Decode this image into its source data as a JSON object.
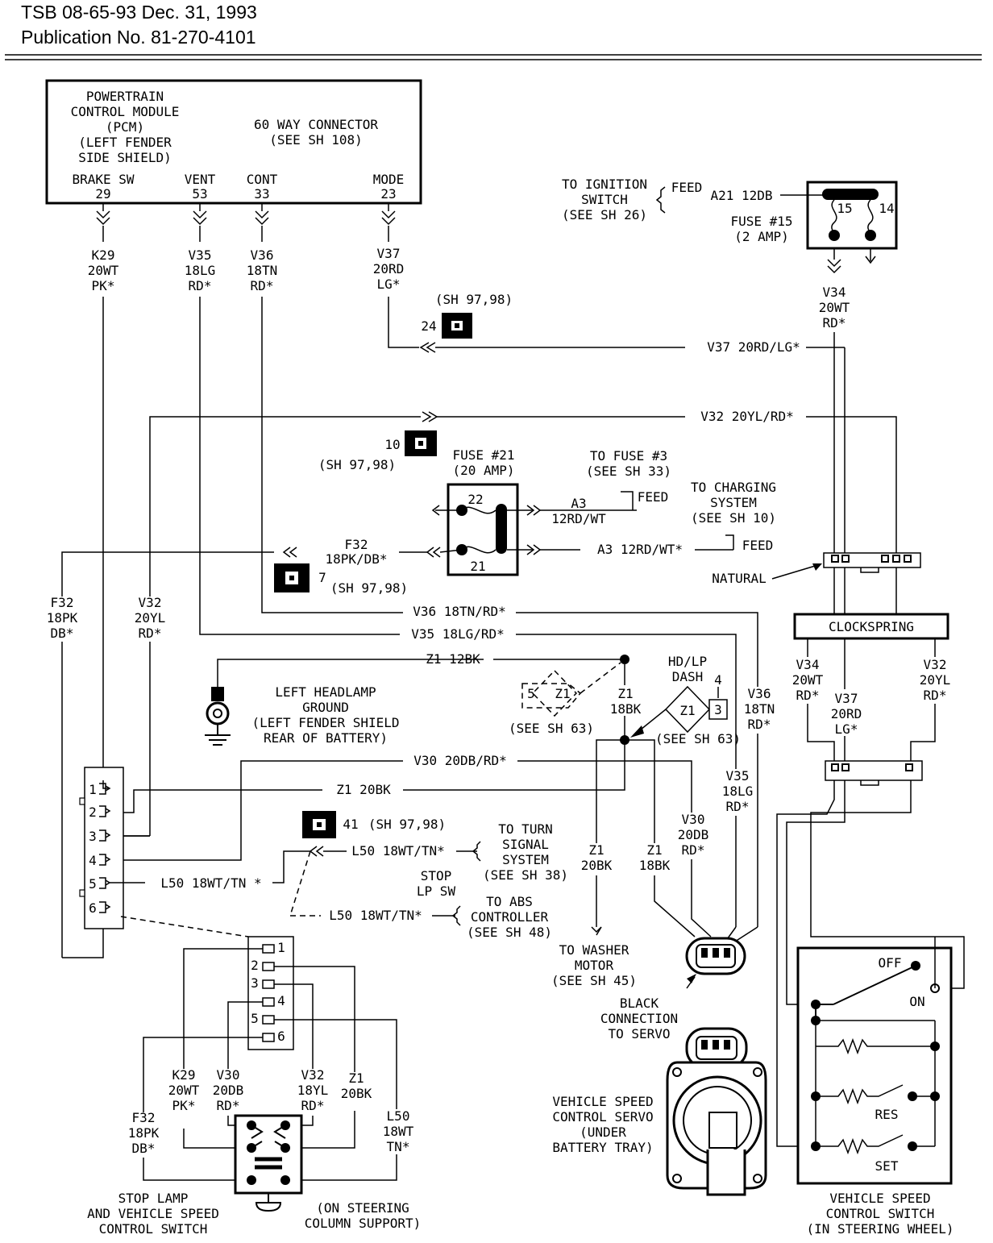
{
  "header": {
    "tsb": "TSB 08-65-93 Dec. 31, 1993",
    "publication": "Publication No. 81-270-4101"
  },
  "pcm": {
    "title_lines": [
      "POWERTRAIN",
      "CONTROL MODULE",
      "(PCM)",
      "(LEFT FENDER",
      "SIDE SHIELD)"
    ],
    "connector_lines": [
      "60 WAY CONNECTOR",
      "(SEE SH 108)"
    ],
    "pins": [
      {
        "name": "BRAKE SW",
        "num": "29"
      },
      {
        "name": "VENT",
        "num": "53"
      },
      {
        "name": "CONT",
        "num": "33"
      },
      {
        "name": "MODE",
        "num": "23"
      }
    ]
  },
  "pcm_wires": [
    {
      "lines": [
        "K29",
        "20WT",
        "PK*"
      ]
    },
    {
      "lines": [
        "V35",
        "18LG",
        "RD*"
      ]
    },
    {
      "lines": [
        "V36",
        "18TN",
        "RD*"
      ]
    },
    {
      "lines": [
        "V37",
        "20RD",
        "LG*"
      ]
    }
  ],
  "ignition": {
    "lines": [
      "TO IGNITION",
      "SWITCH",
      "(SEE SH 26)"
    ],
    "feed": "FEED",
    "wire": "A21 12DB",
    "fuse_lines": [
      "FUSE #15",
      "(2 AMP)"
    ],
    "fuse_pins": [
      "15",
      "14"
    ]
  },
  "v34_top": [
    "V34",
    "20WT",
    "RD*"
  ],
  "connectors": {
    "c24": {
      "num": "24",
      "ref": "(SH 97,98)"
    },
    "c10": {
      "num": "10",
      "ref": "(SH 97,98)"
    },
    "c7": {
      "num": "7",
      "ref": "(SH 97,98)"
    },
    "c41": {
      "num": "41",
      "ref": "(SH 97,98)"
    }
  },
  "wires": {
    "v37": "V37 20RD/LG*",
    "v32": "V32 20YL/RD*",
    "v36": "V36 18TN/RD*",
    "v35": "V35 18LG/RD*",
    "z1_12bk": "Z1 12BK",
    "v30": "V30 20DB/RD*",
    "z1_20bk": "Z1 20BK",
    "l50a": "L50 18WT/TN*",
    "l50b": "L50 18WT/TN *",
    "l50c": "L50 18WT/TN*",
    "a3_right": "A3 12RD/WT*"
  },
  "fuse21": {
    "lines": [
      "FUSE #21",
      "(20 AMP)"
    ],
    "pins": [
      "22",
      "21"
    ],
    "a3_lines": [
      "A3",
      "12RD/WT"
    ],
    "to_fuse3": [
      "TO FUSE #3",
      "(SEE SH 33)"
    ],
    "feed1": "FEED",
    "to_charging": [
      "TO CHARGING",
      "SYSTEM",
      "(SEE SH 10)"
    ],
    "feed2": "FEED"
  },
  "f32_mid": [
    "F32",
    "18PK/DB*"
  ],
  "natural": "NATURAL",
  "clockspring": "CLOCKSPRING",
  "cs_wires": [
    {
      "lines": [
        "V34",
        "20WT",
        "RD*"
      ]
    },
    {
      "lines": [
        "V37",
        "20RD",
        "LG*"
      ]
    },
    {
      "lines": [
        "V32",
        "20YL",
        "RD*"
      ]
    }
  ],
  "left_wires": [
    {
      "lines": [
        "F32",
        "18PK",
        "DB*"
      ]
    },
    {
      "lines": [
        "V32",
        "20YL",
        "RD*"
      ]
    }
  ],
  "ground": {
    "lines": [
      "LEFT HEADLAMP",
      "GROUND",
      "(LEFT FENDER SHIELD",
      "REAR OF BATTERY)"
    ]
  },
  "splice": {
    "s5": "5",
    "z1": "Z1",
    "see63": "(SEE SH 63)",
    "z1_18bk": [
      "Z1",
      "18BK"
    ],
    "hdlp": [
      "HD/LP",
      "DASH"
    ],
    "hd_z1": "Z1",
    "n4": "4",
    "n3": "3",
    "see63b": "(SEE SH 63)"
  },
  "left_connector_pins": [
    "1",
    "2",
    "3",
    "4",
    "5",
    "6"
  ],
  "turn_signal": [
    "TO TURN",
    "SIGNAL",
    "SYSTEM",
    "(SEE SH 38)"
  ],
  "stop_lp": [
    "STOP",
    "LP SW"
  ],
  "abs": [
    "TO ABS",
    "CONTROLLER",
    "(SEE SH 48)"
  ],
  "z1_20bk_v": [
    "Z1",
    "20BK"
  ],
  "z1_18bk_v": [
    "Z1",
    "18BK"
  ],
  "v30_v": [
    "V30",
    "20DB",
    "RD*"
  ],
  "v35_v": [
    "V35",
    "18LG",
    "RD*"
  ],
  "v36_v": [
    "V36",
    "18TN",
    "RD*"
  ],
  "washer": [
    "TO WASHER",
    "MOTOR",
    "(SEE SH 45)"
  ],
  "black_conn": [
    "BLACK",
    "CONNECTION",
    "TO SERVO"
  ],
  "servo": [
    "VEHICLE SPEED",
    "CONTROL SERVO",
    "(UNDER",
    "BATTERY TRAY)"
  ],
  "switch_pins": [
    "1",
    "2",
    "3",
    "4",
    "5",
    "6"
  ],
  "bottom_wires": [
    {
      "lines": [
        "F32",
        "18PK",
        "DB*"
      ]
    },
    {
      "lines": [
        "K29",
        "20WT",
        "PK*"
      ]
    },
    {
      "lines": [
        "V30",
        "20DB",
        "RD*"
      ]
    },
    {
      "lines": [
        "V32",
        "18YL",
        "RD*"
      ]
    },
    {
      "lines": [
        "Z1",
        "20BK"
      ]
    },
    {
      "lines": [
        "L50",
        "18WT",
        "TN*"
      ]
    }
  ],
  "stop_switch": [
    "STOP LAMP",
    "AND VEHICLE SPEED",
    "CONTROL SWITCH"
  ],
  "steering_col": [
    "(ON STEERING",
    "COLUMN SUPPORT)"
  ],
  "vsc_switch": {
    "off": "OFF",
    "on": "ON",
    "res": "RES",
    "set": "SET",
    "lines": [
      "VEHICLE SPEED",
      "CONTROL SWITCH",
      "(IN STEERING WHEEL)"
    ]
  }
}
